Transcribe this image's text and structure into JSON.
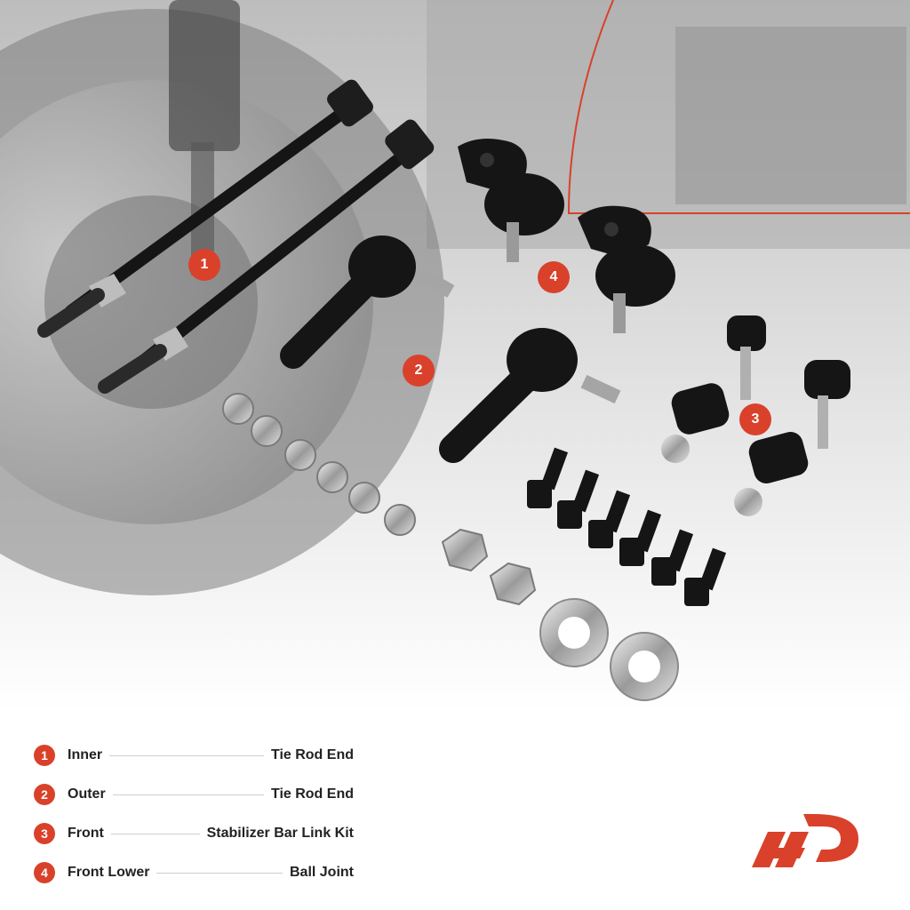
{
  "legend": {
    "items": [
      {
        "num": "1",
        "left": "Inner",
        "right": "Tie Rod End"
      },
      {
        "num": "2",
        "left": "Outer",
        "right": "Tie Rod End"
      },
      {
        "num": "3",
        "left": "Front",
        "right": "Stabilizer Bar Link Kit"
      },
      {
        "num": "4",
        "left": "Front Lower",
        "right": "Ball Joint"
      }
    ]
  },
  "callouts": {
    "c1": "1",
    "c2": "2",
    "c3": "3",
    "c4": "4"
  },
  "colors": {
    "accent": "#d9412b",
    "part": "#151515",
    "metal": "#b9b9b9"
  },
  "icons": {
    "brand": "a-premium-logo-icon"
  }
}
